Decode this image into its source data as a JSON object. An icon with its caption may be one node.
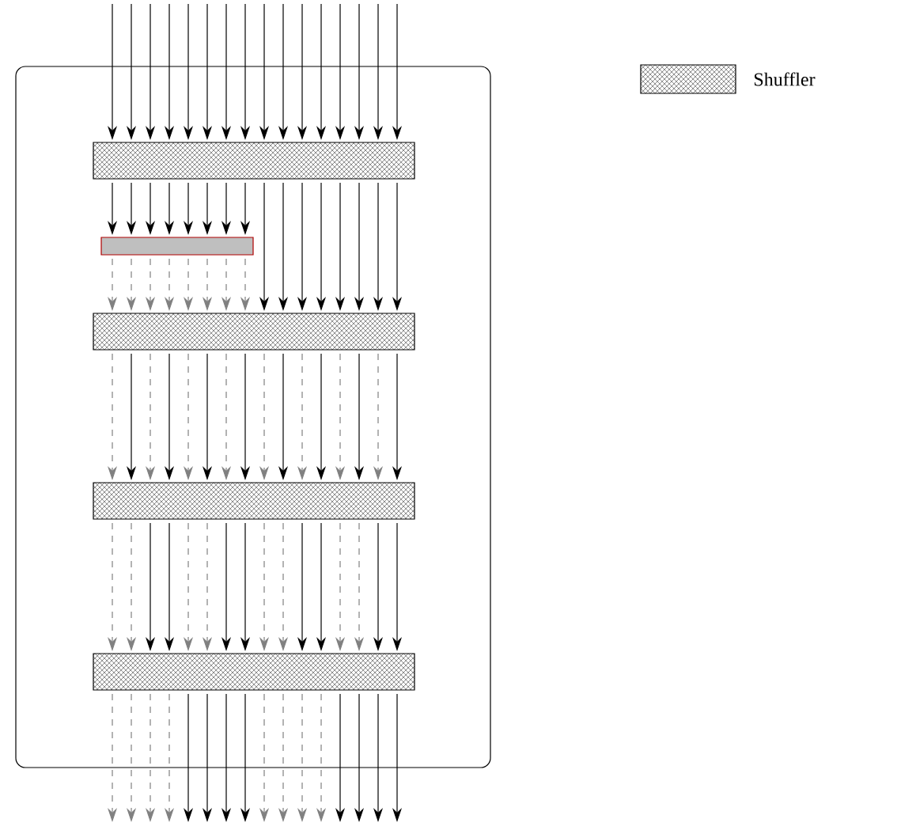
{
  "diagram": {
    "nodes": [
      {
        "text": [],
        "shape": "box"
      },
      {
        "text": [],
        "shape": "box",
        "in": 0
      },
      {
        "text": [],
        "shape": "bar",
        "in": 0
      },
      {
        "text": [],
        "shape": "box",
        "in": 0
      },
      {
        "text": [],
        "shape": "box",
        "in": 0
      },
      {
        "text": [],
        "shape": "box",
        "in": 0
      }
    ],
    "edges": [
      {
        "from": null,
        "to": 1,
        "arrow": "to"
      },
      {
        "from": null,
        "to": 1,
        "arrow": "to"
      },
      {
        "from": null,
        "to": 1,
        "arrow": "to"
      },
      {
        "from": null,
        "to": 1,
        "arrow": "to"
      },
      {
        "from": null,
        "to": 1,
        "arrow": "to"
      },
      {
        "from": null,
        "to": 1,
        "arrow": "to"
      },
      {
        "from": null,
        "to": 1,
        "arrow": "to"
      },
      {
        "from": null,
        "to": 1,
        "arrow": "to"
      },
      {
        "from": null,
        "to": 1,
        "arrow": "to"
      },
      {
        "from": null,
        "to": 1,
        "arrow": "to"
      },
      {
        "from": null,
        "to": 1,
        "arrow": "to"
      },
      {
        "from": null,
        "to": 1,
        "arrow": "to"
      },
      {
        "from": null,
        "to": 1,
        "arrow": "to"
      },
      {
        "from": null,
        "to": 1,
        "arrow": "to"
      },
      {
        "from": null,
        "to": 1,
        "arrow": "to"
      },
      {
        "from": null,
        "to": 1,
        "arrow": "to"
      },
      {
        "from": 1,
        "to": 2,
        "arrow": "to"
      },
      {
        "from": 1,
        "to": 2,
        "arrow": "to"
      },
      {
        "from": 1,
        "to": 2,
        "arrow": "to"
      },
      {
        "from": 1,
        "to": 2,
        "arrow": "to"
      },
      {
        "from": 1,
        "to": 2,
        "arrow": "to"
      },
      {
        "from": 1,
        "to": 2,
        "arrow": "to"
      },
      {
        "from": 1,
        "to": 2,
        "arrow": "to"
      },
      {
        "from": 1,
        "to": 2,
        "arrow": "to"
      },
      {
        "from": 2,
        "to": 3,
        "arrow": "to",
        "style": "dashed",
        "color": "#808080"
      },
      {
        "from": 2,
        "to": 3,
        "arrow": "to",
        "style": "dashed",
        "color": "#808080"
      },
      {
        "from": 2,
        "to": 3,
        "arrow": "to",
        "style": "dashed",
        "color": "#808080"
      },
      {
        "from": 2,
        "to": 3,
        "arrow": "to",
        "style": "dashed",
        "color": "#808080"
      },
      {
        "from": 2,
        "to": 3,
        "arrow": "to",
        "style": "dashed",
        "color": "#808080"
      },
      {
        "from": 2,
        "to": 3,
        "arrow": "to",
        "style": "dashed",
        "color": "#808080"
      },
      {
        "from": 2,
        "to": 3,
        "arrow": "to",
        "style": "dashed",
        "color": "#808080"
      },
      {
        "from": 2,
        "to": 3,
        "arrow": "to",
        "style": "dashed",
        "color": "#808080"
      },
      {
        "from": 1,
        "to": 3,
        "arrow": "to"
      },
      {
        "from": 1,
        "to": 3,
        "arrow": "to"
      },
      {
        "from": 1,
        "to": 3,
        "arrow": "to"
      },
      {
        "from": 1,
        "to": 3,
        "arrow": "to"
      },
      {
        "from": 1,
        "to": 3,
        "arrow": "to"
      },
      {
        "from": 1,
        "to": 3,
        "arrow": "to"
      },
      {
        "from": 1,
        "to": 3,
        "arrow": "to"
      },
      {
        "from": 1,
        "to": 3,
        "arrow": "to"
      },
      {
        "from": 3,
        "to": 4,
        "arrow": "to",
        "style": "dashed",
        "color": "#808080"
      },
      {
        "from": 3,
        "to": 4,
        "arrow": "to"
      },
      {
        "from": 3,
        "to": 4,
        "arrow": "to",
        "style": "dashed",
        "color": "#808080"
      },
      {
        "from": 3,
        "to": 4,
        "arrow": "to"
      },
      {
        "from": 3,
        "to": 4,
        "arrow": "to",
        "style": "dashed",
        "color": "#808080"
      },
      {
        "from": 3,
        "to": 4,
        "arrow": "to"
      },
      {
        "from": 3,
        "to": 4,
        "arrow": "to",
        "style": "dashed",
        "color": "#808080"
      },
      {
        "from": 3,
        "to": 4,
        "arrow": "to"
      },
      {
        "from": 3,
        "to": 4,
        "arrow": "to",
        "style": "dashed",
        "color": "#808080"
      },
      {
        "from": 3,
        "to": 4,
        "arrow": "to"
      },
      {
        "from": 3,
        "to": 4,
        "arrow": "to",
        "style": "dashed",
        "color": "#808080"
      },
      {
        "from": 3,
        "to": 4,
        "arrow": "to"
      },
      {
        "from": 3,
        "to": 4,
        "arrow": "to",
        "style": "dashed",
        "color": "#808080"
      },
      {
        "from": 3,
        "to": 4,
        "arrow": "to"
      },
      {
        "from": 3,
        "to": 4,
        "arrow": "to",
        "style": "dashed",
        "color": "#808080"
      },
      {
        "from": 3,
        "to": 4,
        "arrow": "to"
      },
      {
        "from": 4,
        "to": 5,
        "arrow": "to",
        "style": "dashed",
        "color": "#808080"
      },
      {
        "from": 4,
        "to": 5,
        "arrow": "to",
        "style": "dashed",
        "color": "#808080"
      },
      {
        "from": 4,
        "to": 5,
        "arrow": "to"
      },
      {
        "from": 4,
        "to": 5,
        "arrow": "to"
      },
      {
        "from": 4,
        "to": 5,
        "arrow": "to",
        "style": "dashed",
        "color": "#808080"
      },
      {
        "from": 4,
        "to": 5,
        "arrow": "to",
        "style": "dashed",
        "color": "#808080"
      },
      {
        "from": 4,
        "to": 5,
        "arrow": "to"
      },
      {
        "from": 4,
        "to": 5,
        "arrow": "to"
      },
      {
        "from": 4,
        "to": 5,
        "arrow": "to",
        "style": "dashed",
        "color": "#808080"
      },
      {
        "from": 4,
        "to": 5,
        "arrow": "to",
        "style": "dashed",
        "color": "#808080"
      },
      {
        "from": 4,
        "to": 5,
        "arrow": "to"
      },
      {
        "from": 4,
        "to": 5,
        "arrow": "to"
      },
      {
        "from": 4,
        "to": 5,
        "arrow": "to",
        "style": "dashed",
        "color": "#808080"
      },
      {
        "from": 4,
        "to": 5,
        "arrow": "to",
        "style": "dashed",
        "color": "#808080"
      },
      {
        "from": 4,
        "to": 5,
        "arrow": "to"
      },
      {
        "from": 4,
        "to": 5,
        "arrow": "to"
      },
      {
        "from": 5,
        "to": null,
        "arrow": "to",
        "style": "dashed",
        "color": "#808080"
      },
      {
        "from": 5,
        "to": null,
        "arrow": "to",
        "style": "dashed",
        "color": "#808080"
      },
      {
        "from": 5,
        "to": null,
        "arrow": "to",
        "style": "dashed",
        "color": "#808080"
      },
      {
        "from": 5,
        "to": null,
        "arrow": "to",
        "style": "dashed",
        "color": "#808080"
      },
      {
        "from": 5,
        "to": null,
        "arrow": "to"
      },
      {
        "from": 5,
        "to": null,
        "arrow": "to"
      },
      {
        "from": 5,
        "to": null,
        "arrow": "to"
      },
      {
        "from": 5,
        "to": null,
        "arrow": "to"
      },
      {
        "from": 5,
        "to": null,
        "arrow": "to",
        "style": "dashed",
        "color": "#808080"
      },
      {
        "from": 5,
        "to": null,
        "arrow": "to",
        "style": "dashed",
        "color": "#808080"
      },
      {
        "from": 5,
        "to": null,
        "arrow": "to",
        "style": "dashed",
        "color": "#808080"
      },
      {
        "from": 5,
        "to": null,
        "arrow": "to",
        "style": "dashed",
        "color": "#808080"
      },
      {
        "from": 5,
        "to": null,
        "arrow": "to"
      },
      {
        "from": 5,
        "to": null,
        "arrow": "to"
      },
      {
        "from": 5,
        "to": null,
        "arrow": "to"
      },
      {
        "from": 5,
        "to": null,
        "arrow": "to"
      }
    ],
    "legend": [
      {
        "text": "Shuffler"
      }
    ]
  }
}
